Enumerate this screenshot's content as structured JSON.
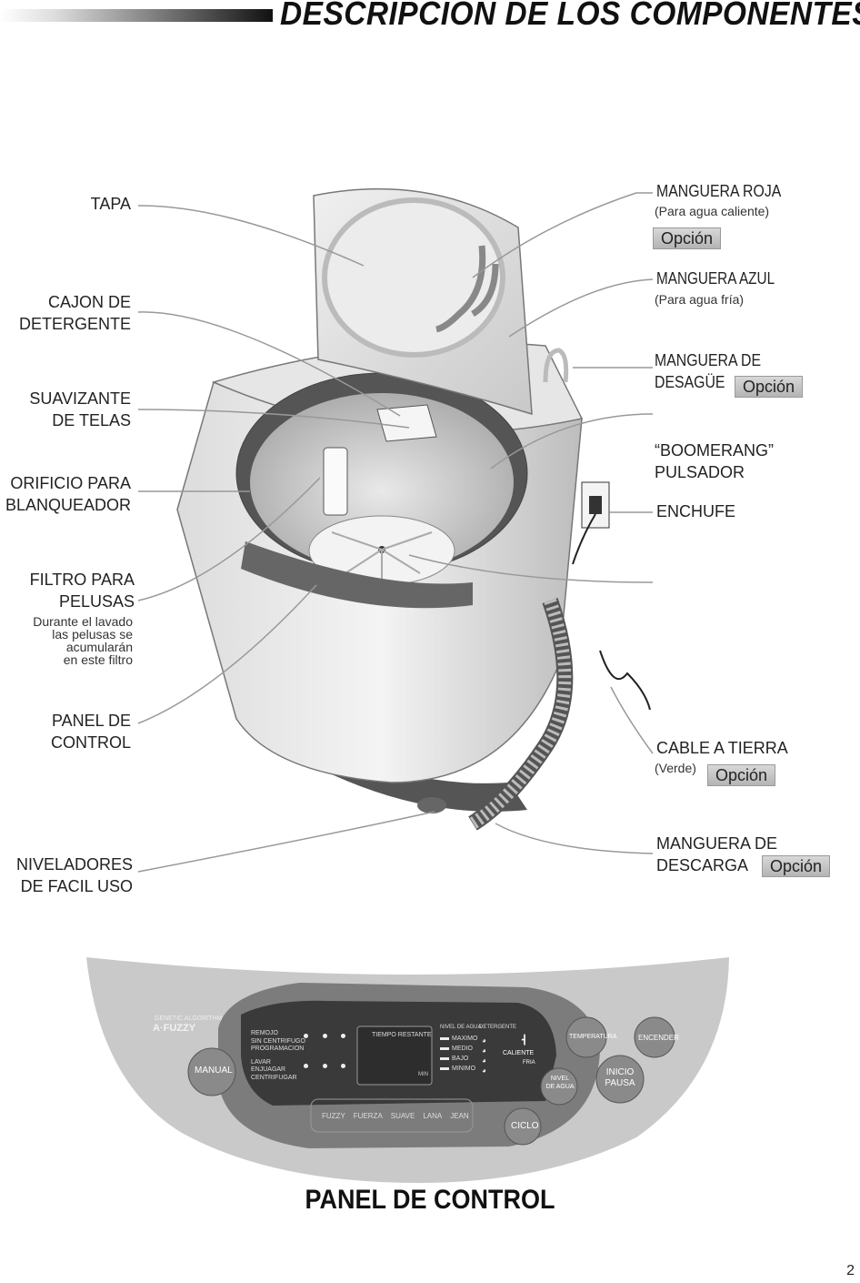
{
  "header": {
    "title": "DESCRIPCION  DE  LOS  COMPONENTES"
  },
  "labels_left": {
    "tapa": "TAPA",
    "cajon_1": "CAJON DE",
    "cajon_2": "DETERGENTE",
    "suav_1": "SUAVIZANTE",
    "suav_2": "DE TELAS",
    "orif_1": "ORIFICIO  PARA",
    "orif_2": "BLANQUEADOR",
    "filtro_1": "FILTRO PARA",
    "filtro_2": "PELUSAS",
    "filtro_note_1": "Durante el lavado",
    "filtro_note_2": "las pelusas se",
    "filtro_note_3": "acumularán",
    "filtro_note_4": "en este filtro",
    "panel_1": "PANEL  DE",
    "panel_2": "CONTROL",
    "nivel_1": "NIVELADORES",
    "nivel_2": "DE  FACIL  USO"
  },
  "labels_right": {
    "roja": "MANGUERA  ROJA",
    "roja_sub": "(Para agua caliente)",
    "azul": "MANGUERA AZUL",
    "azul_sub": "(Para agua fría)",
    "desague_1": "MANGUERA  DE",
    "desague_2": "DESAGÜE",
    "boom_1": "“BOOMERANG”",
    "boom_2": "PULSADOR",
    "enchufe": "ENCHUFE",
    "cable": "CABLE  A  TIERRA",
    "cable_sub": "(Verde)",
    "descarga_1": "MANGUERA  DE",
    "descarga_2": "DESCARGA"
  },
  "option_label": "Opción",
  "control_panel": {
    "brand_small": "GENETIC ALGORITHM",
    "brand": "A·FUZZY",
    "manual": "MANUAL",
    "programs": [
      "REMOJO",
      "SIN  CENTRIFUGO",
      "PROGRAMACION",
      "LAVAR",
      "ENJUAGAR",
      "CENTRIFUGAR"
    ],
    "time_label": "TIEMPO  RESTANTE",
    "time_unit": "MIN",
    "water_header": "NIVEL  DE  AGUA",
    "detergent_header": "DETERGENTE",
    "water_levels": [
      "MAXIMO",
      "MEDIO",
      "BAJO",
      "MINIMO"
    ],
    "temp_hot": "CALIENTE",
    "temp_cold": "FRIA",
    "cycles": [
      "FUZZY",
      "FUERZA",
      "SUAVE",
      "LANA",
      "JEAN"
    ],
    "btn_temp": "TEMPERATURA",
    "btn_power": "ENCENDER",
    "btn_level_1": "NIVEL",
    "btn_level_2": "DE  AGUA",
    "btn_start_1": "INICIO",
    "btn_start_2": "PAUSA",
    "btn_cycle": "CICLO"
  },
  "panel_title": "PANEL  DE  CONTROL",
  "page_number": "2"
}
